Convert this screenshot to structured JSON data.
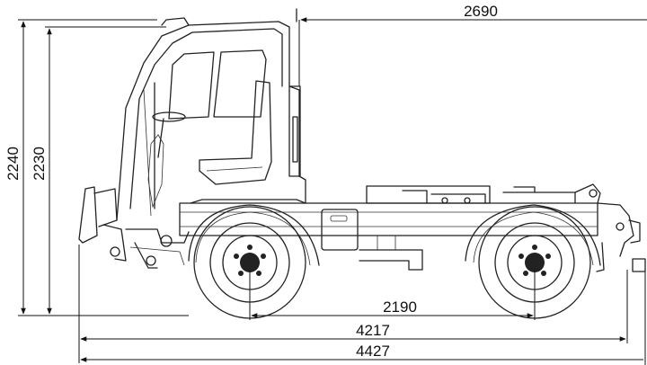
{
  "dimensions": {
    "total_height": "2240",
    "cab_height": "2230",
    "cab_to_end": "2690",
    "wheelbase": "2190",
    "frame_length": "4217",
    "total_length": "4427"
  }
}
